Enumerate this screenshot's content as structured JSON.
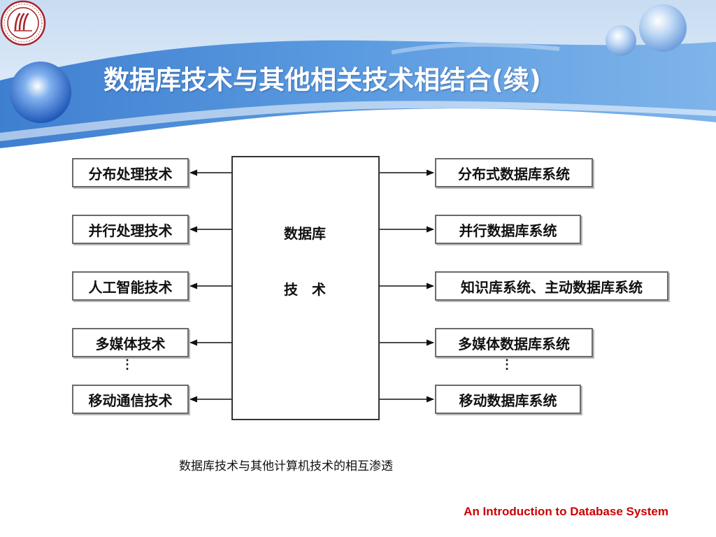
{
  "slide": {
    "title": "数据库技术与其他相关技术相结合(续)",
    "footer": "An Introduction to Database System"
  },
  "diagram": {
    "left_boxes": [
      "分布处理技术",
      "并行处理技术",
      "人工智能技术",
      "多媒体技术",
      "移动通信技术"
    ],
    "center_line1": "数据库",
    "center_line2": "技　术",
    "right_boxes": [
      "分布式数据库系统",
      "并行数据库系统",
      "知识库系统、主动数据库系统",
      "多媒体数据库系统",
      "移动数据库系统"
    ],
    "ellipsis": "⋮",
    "caption": "数据库技术与其他计算机技术的相互渗透"
  },
  "colors": {
    "header_blue": "#4f8fd8",
    "footer_red": "#cc0000",
    "seal_red": "#a8242a"
  },
  "icons": [
    "university-seal-icon",
    "decorative-sphere-icon"
  ]
}
